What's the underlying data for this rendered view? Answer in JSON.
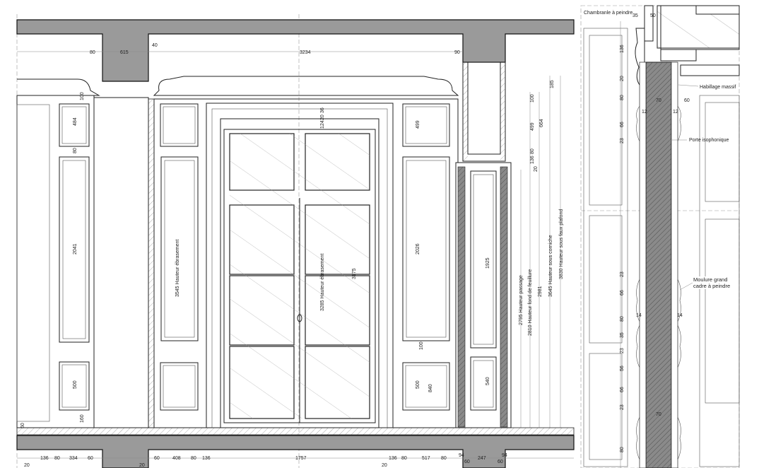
{
  "elevation": {
    "top_dims": [
      "80",
      "615",
      "40",
      "3234",
      "90"
    ],
    "bottom_dims": [
      "136",
      "80",
      "334",
      "60",
      "20",
      "60",
      "408",
      "80",
      "136",
      "20",
      "1757",
      "136",
      "80",
      "517",
      "80",
      "20",
      "94",
      "60",
      "247",
      "60",
      "94"
    ],
    "panel_dims": {
      "left_top": "484",
      "left_tall": "2041",
      "left_bottom": "500",
      "left_100": "100",
      "left_80": "80",
      "right_top": "499",
      "right_tall": "2026",
      "right_bottom": "500",
      "right_840": "840",
      "right_100": "100",
      "leaf_tall": "1925",
      "leaf_bottom": "540",
      "transom_36": "36",
      "transom_20": "20",
      "transom_124": "124",
      "door_3175": "3175",
      "base_160": "160",
      "base_60": "60"
    },
    "vertical_labels": {
      "ebrasement_left": "3545 Hauteur ébrasement",
      "ebrasement_door": "3285 Hauteur ébrasement"
    },
    "height_dims": {
      "d185": "185",
      "d100": "100",
      "d499": "499",
      "d664": "664",
      "d136": "136",
      "d80": "80",
      "d20": "20",
      "passage": "2795 Hauteur passage",
      "feuillure": "2810 Hauteur fond de feuillure",
      "d2981": "2981",
      "corniche": "3645 Hauteur sous corniche",
      "plafond": "3830 Hauteur sous faux plafond"
    }
  },
  "section": {
    "chambranle": "Chambranle à peindre",
    "habillage": "Habillage massif",
    "porte": "Porte isophonique",
    "moulure": "Moulure grand cadre à peindre",
    "dims": [
      "35",
      "50",
      "136",
      "20",
      "80",
      "70",
      "60",
      "12",
      "12",
      "66",
      "23",
      "23",
      "66",
      "80",
      "14",
      "14",
      "35",
      "23",
      "56",
      "66",
      "23",
      "70",
      "80"
    ]
  },
  "colors": {
    "concrete": "#9a9a9a",
    "line": "#222222",
    "door_core": "#6e6e6e"
  }
}
